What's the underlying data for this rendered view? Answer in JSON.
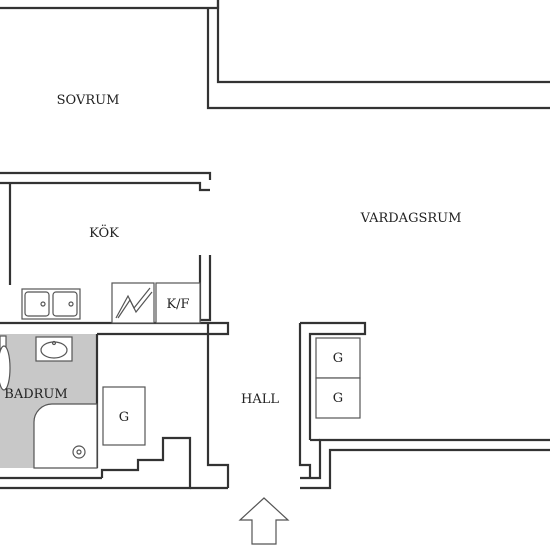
{
  "rooms": {
    "bedroom": "SOVRUM",
    "kitchen": "KÖK",
    "living_room": "VARDAGSRUM",
    "bathroom": "BADRUM",
    "hall": "HALL"
  },
  "fixtures": {
    "fridge_freezer": "K/F",
    "wardrobe_hall_left": "G",
    "wardrobe_right_top": "G",
    "wardrobe_right_bottom": "G"
  },
  "colors": {
    "wall": "#333333",
    "bathroom_floor": "#c8c8c8",
    "background": "#ffffff"
  },
  "icons": {
    "entrance": "arrow-up-icon",
    "sink": "double-sink-icon",
    "stove": "stove-icon",
    "toilet": "toilet-icon",
    "washbasin": "washbasin-icon",
    "shower": "shower-icon"
  }
}
